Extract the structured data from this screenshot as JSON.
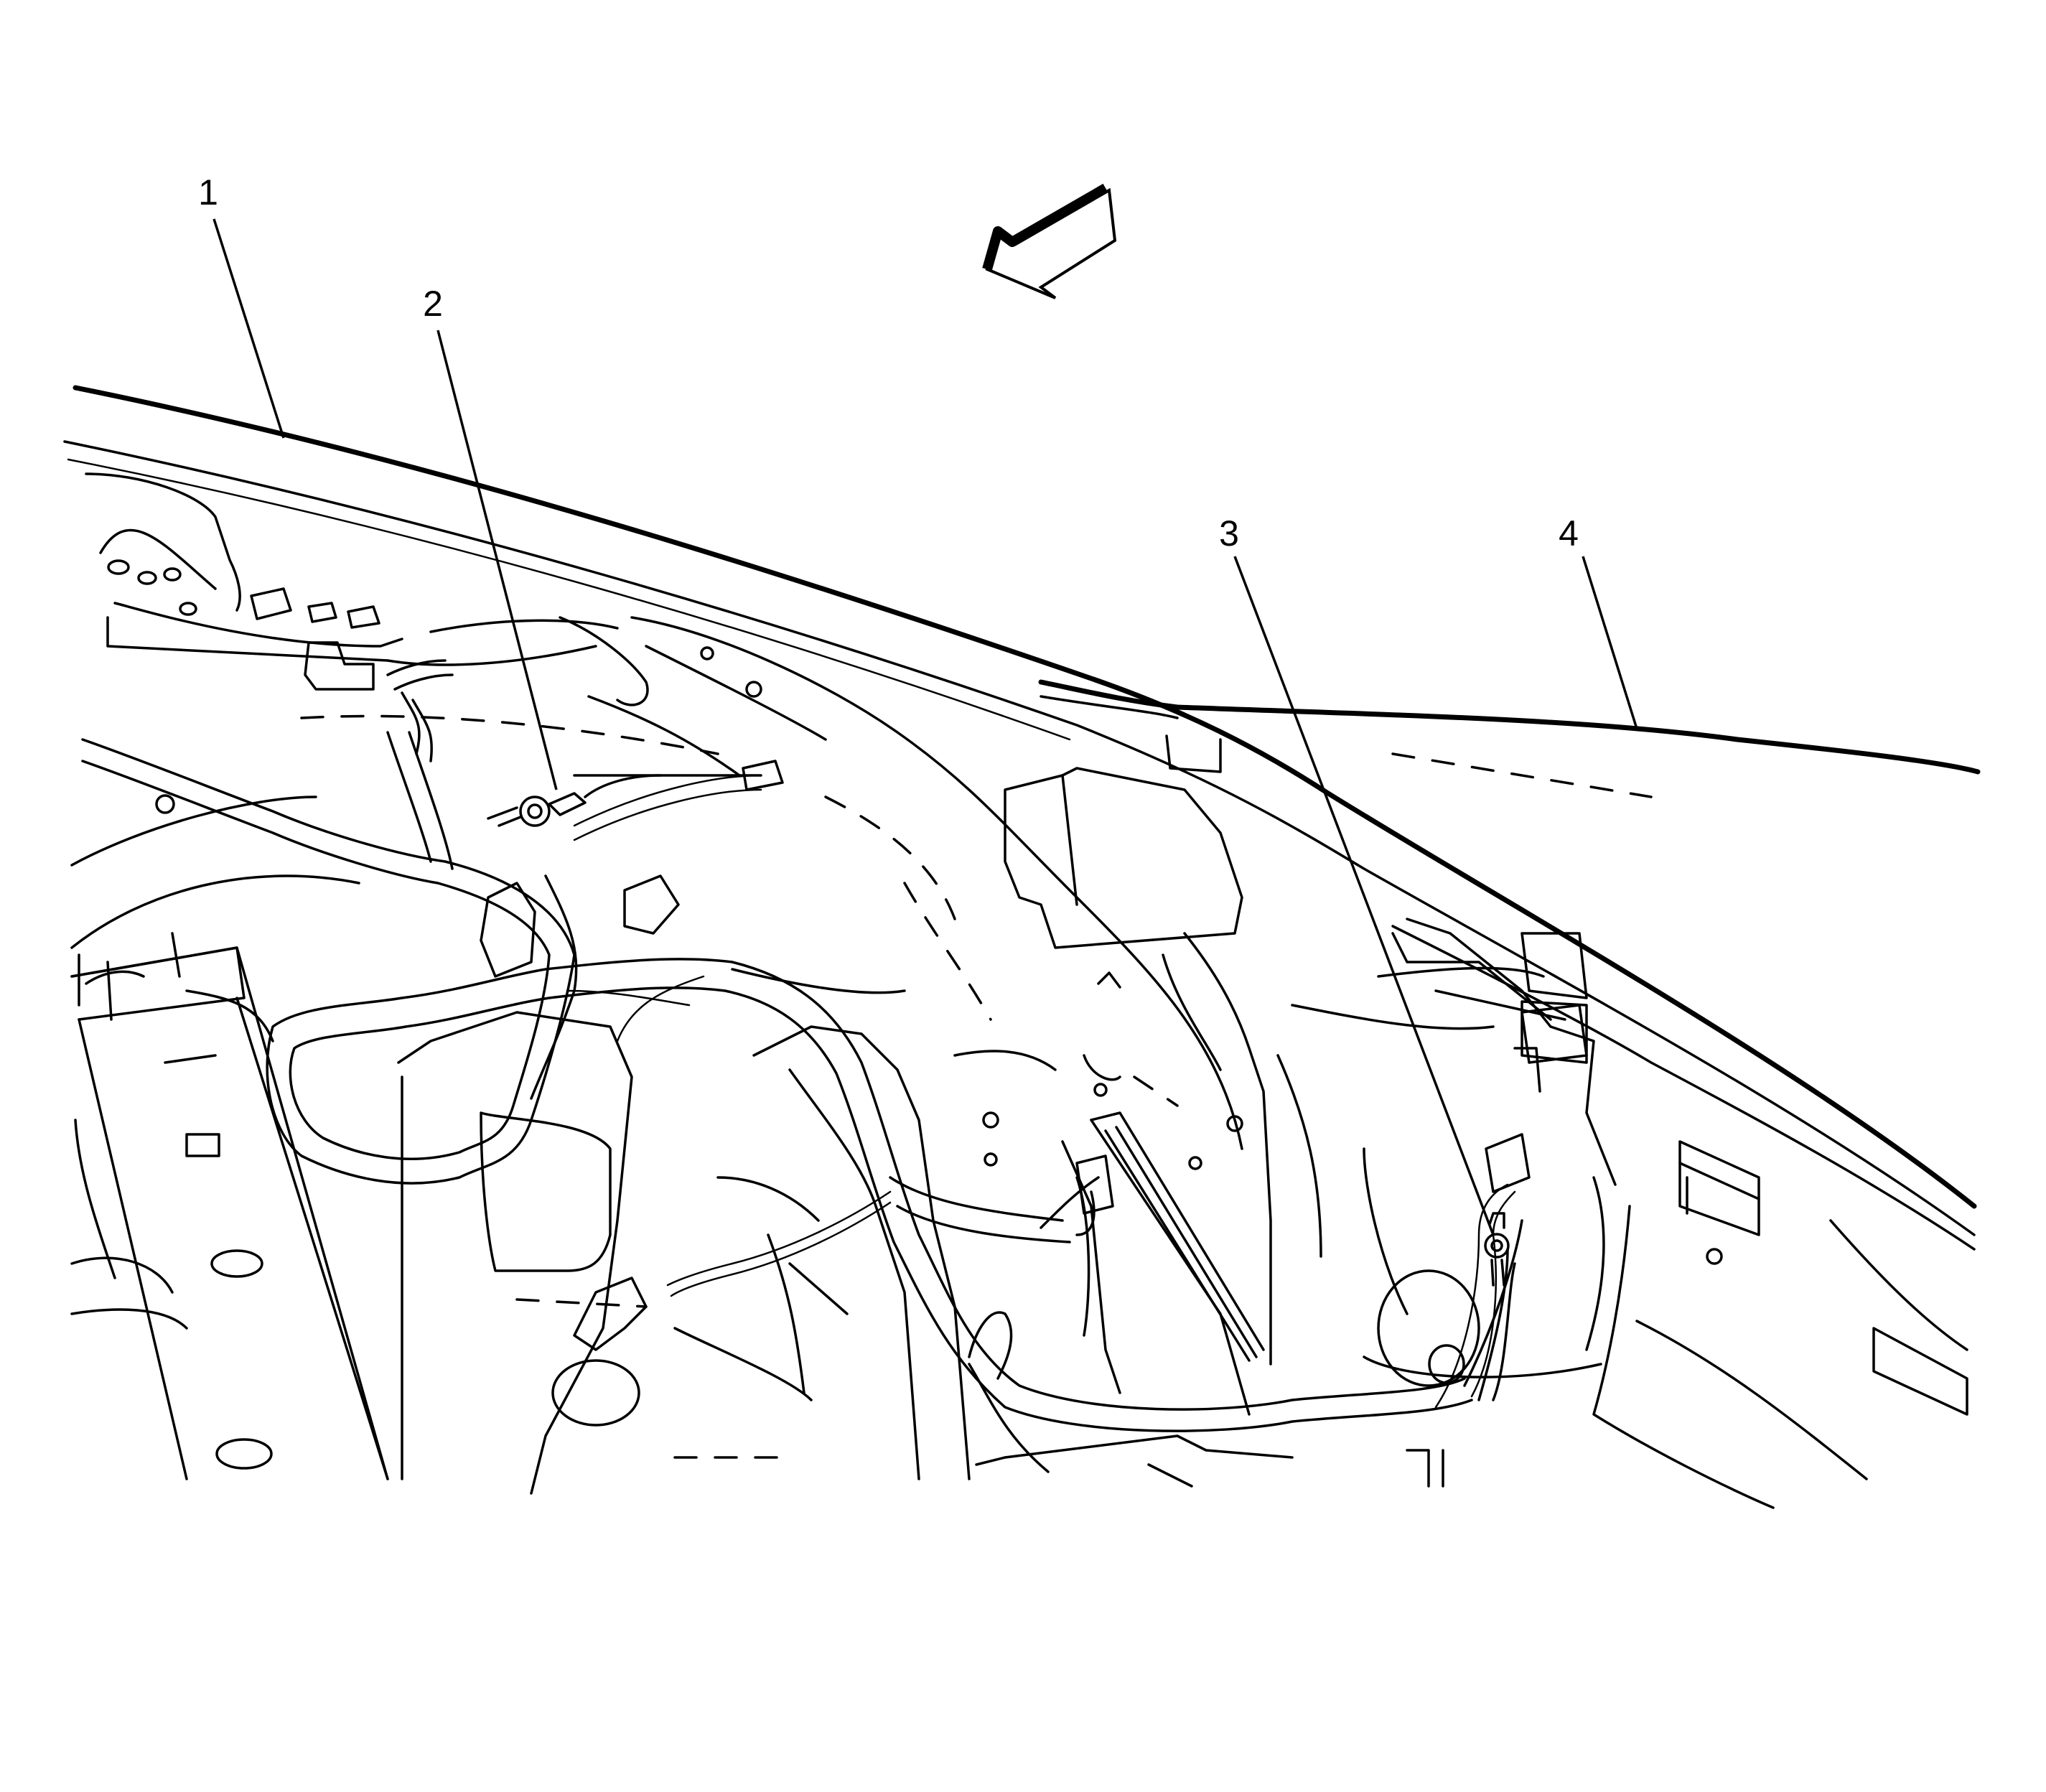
{
  "callouts": [
    {
      "id": "callout-1",
      "label": "1"
    },
    {
      "id": "callout-2",
      "label": "2"
    },
    {
      "id": "callout-3",
      "label": "3"
    },
    {
      "id": "callout-4",
      "label": "4"
    }
  ],
  "colors": {
    "line": "#000000",
    "background": "#ffffff"
  },
  "icons": {
    "direction": "direction-arrow-icon"
  }
}
